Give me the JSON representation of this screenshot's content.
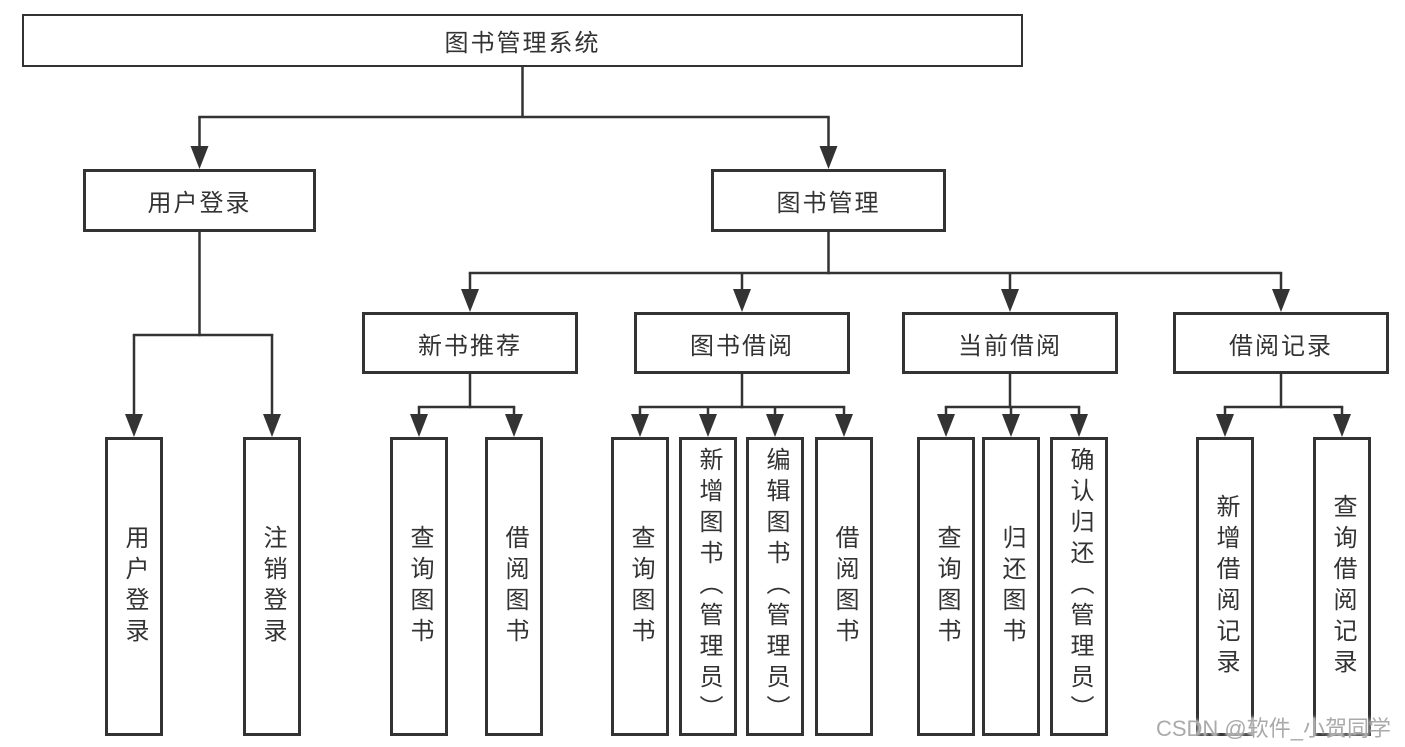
{
  "diagram": {
    "root_label": "图书管理系统",
    "level2": [
      {
        "label": "用户登录",
        "children": [
          {
            "label": "用户登录"
          },
          {
            "label": "注销登录"
          }
        ]
      },
      {
        "label": "图书管理",
        "children": [
          {
            "label": "新书推荐",
            "children": [
              {
                "label": "查询图书"
              },
              {
                "label": "借阅图书"
              }
            ]
          },
          {
            "label": "图书借阅",
            "children": [
              {
                "label": "查询图书"
              },
              {
                "label": "新增图书（管理员）"
              },
              {
                "label": "编辑图书（管理员）"
              },
              {
                "label": "借阅图书"
              }
            ]
          },
          {
            "label": "当前借阅",
            "children": [
              {
                "label": "查询图书"
              },
              {
                "label": "归还图书"
              },
              {
                "label": "确认归还（管理员）"
              }
            ]
          },
          {
            "label": "借阅记录",
            "children": [
              {
                "label": "新增借阅记录"
              },
              {
                "label": "查询借阅记录"
              }
            ]
          }
        ]
      }
    ],
    "watermark": "CSDN @软件_小贺同学",
    "colors": {
      "line": "#333333",
      "text": "#333333",
      "background": "#ffffff",
      "watermark": "#aaaaaa"
    }
  }
}
